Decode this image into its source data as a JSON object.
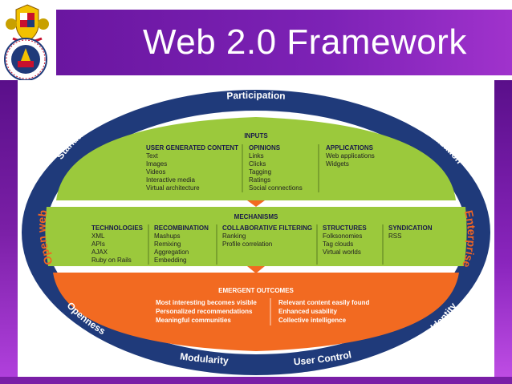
{
  "slide": {
    "title": "Web 2.0 Framework"
  },
  "ring": {
    "top": "Participation",
    "top_left": "Standards",
    "top_right": "Decentralization",
    "left": "Open web",
    "right": "Enterprise",
    "bottom_left": "Openness",
    "bottom_right": "Identity",
    "bottom_center_left": "Modularity",
    "bottom_center_right": "User Control"
  },
  "inputs": {
    "title": "INPUTS",
    "ugc": {
      "heading": "USER GENERATED CONTENT",
      "items": [
        "Text",
        "Images",
        "Videos",
        "Interactive media",
        "Virtual architecture"
      ]
    },
    "opinions": {
      "heading": "OPINIONS",
      "items": [
        "Links",
        "Clicks",
        "Tagging",
        "Ratings",
        "Social connections"
      ]
    },
    "applications": {
      "heading": "APPLICATIONS",
      "items": [
        "Web applications",
        "Widgets"
      ]
    }
  },
  "mechanisms": {
    "title": "MECHANISMS",
    "technologies": {
      "heading": "TECHNOLOGIES",
      "items": [
        "XML",
        "APIs",
        "AJAX",
        "Ruby on Rails"
      ]
    },
    "recombination": {
      "heading": "RECOMBINATION",
      "items": [
        "Mashups",
        "Remixing",
        "Aggregation",
        "Embedding"
      ]
    },
    "collaborative": {
      "heading": "COLLABORATIVE FILTERING",
      "items": [
        "Ranking",
        "Profile correlation"
      ]
    },
    "structures": {
      "heading": "STRUCTURES",
      "items": [
        "Folksonomies",
        "Tag clouds",
        "Virtual worlds"
      ]
    },
    "syndication": {
      "heading": "SYNDICATION",
      "items": [
        "RSS"
      ]
    }
  },
  "outcomes": {
    "title": "EMERGENT OUTCOMES",
    "left": [
      "Most interesting becomes visible",
      "Personalized recommendations",
      "Meaningful communities"
    ],
    "right": [
      "Relevant content easily found",
      "Enhanced usability",
      "Collective intelligence"
    ]
  },
  "colors": {
    "ring": "#1f3a7a",
    "green": "#9bc93c",
    "green_light": "#b6d86a",
    "orange": "#f26a21",
    "purple": "#7a1fa6"
  }
}
